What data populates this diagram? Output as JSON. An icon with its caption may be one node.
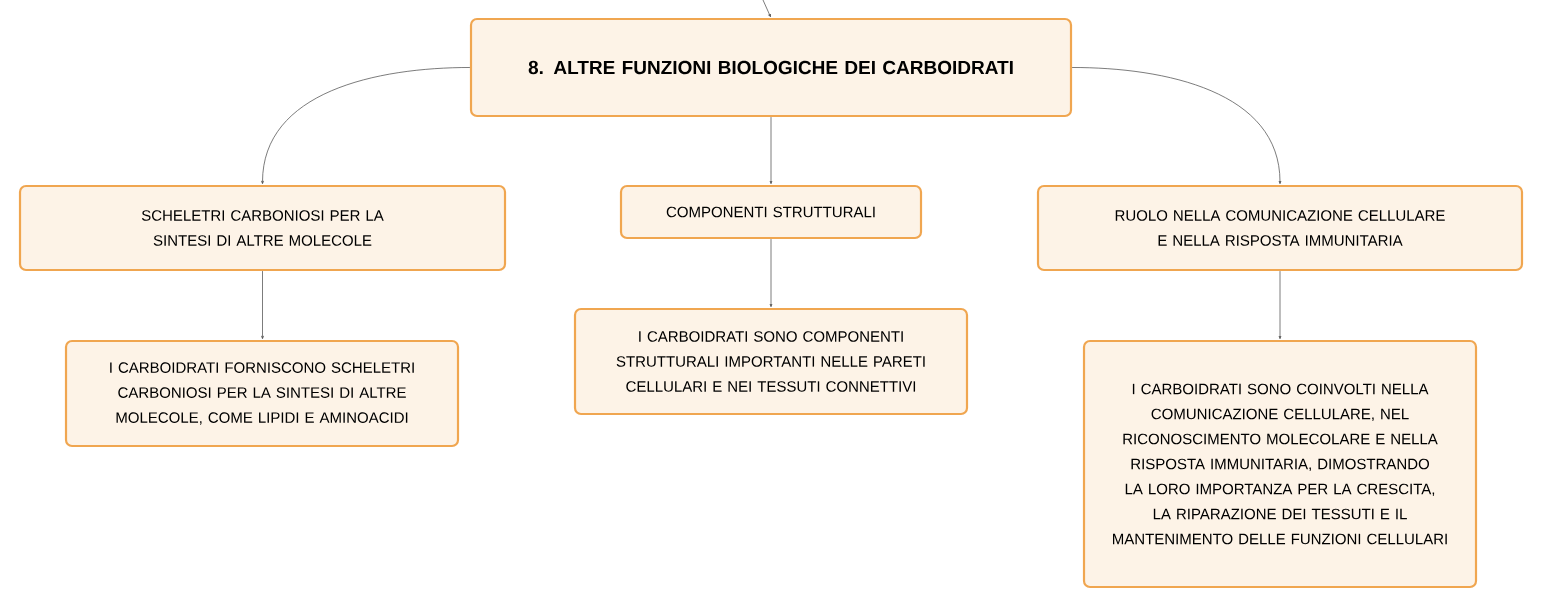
{
  "diagram": {
    "nodes": [
      {
        "text": [
          "8. ALTRE FUNZIONI BIOLOGICHE DEI CARBOIDRATI"
        ]
      },
      {
        "text": [
          "SCHELETRI CARBONIOSI PER LA SINTESI DI ALTRE MOLECOLE"
        ]
      },
      {
        "text": [
          "COMPONENTI STRUTTURALI"
        ]
      },
      {
        "text": [
          "RUOLO NELLA COMUNICAZIONE CELLULARE E NELLA RISPOSTA IMMUNITARIA"
        ]
      },
      {
        "text": [
          "I CARBOIDRATI FORNISCONO SCHELETRI CARBONIOSI PER LA SINTESI DI ALTRE MOLECOLE, COME LIPIDI E AMINOACIDI"
        ]
      },
      {
        "text": [
          "I CARBOIDRATI SONO COMPONENTI STRUTTURALI IMPORTANTI NELLE PARETI CELLULARI E NEI TESSUTI CONNETTIVI"
        ]
      },
      {
        "text": [
          "I CARBOIDRATI SONO COINVOLTI NELLA COMUNICAZIONE CELLULARE, NEL RICONOSCIMENTO MOLECOLARE E NELLA RISPOSTA IMMUNITARIA, DIMOSTRANDO LA LORO IMPORTANZA PER LA CRESCITA, LA RIPARAZIONE DEI TESSUTI E IL MANTENIMENTO DELLE FUNZIONI CELLULARI"
        ]
      }
    ],
    "edges": [
      {
        "from": null,
        "to": 0,
        "arrow": "to"
      },
      {
        "from": 0,
        "to": 1,
        "arrow": "to"
      },
      {
        "from": 0,
        "to": 2,
        "arrow": "to"
      },
      {
        "from": 0,
        "to": 3,
        "arrow": "to"
      },
      {
        "from": 1,
        "to": 4,
        "arrow": "to"
      },
      {
        "from": 2,
        "to": 5,
        "arrow": "to"
      },
      {
        "from": 3,
        "to": 6,
        "arrow": "to"
      }
    ]
  }
}
